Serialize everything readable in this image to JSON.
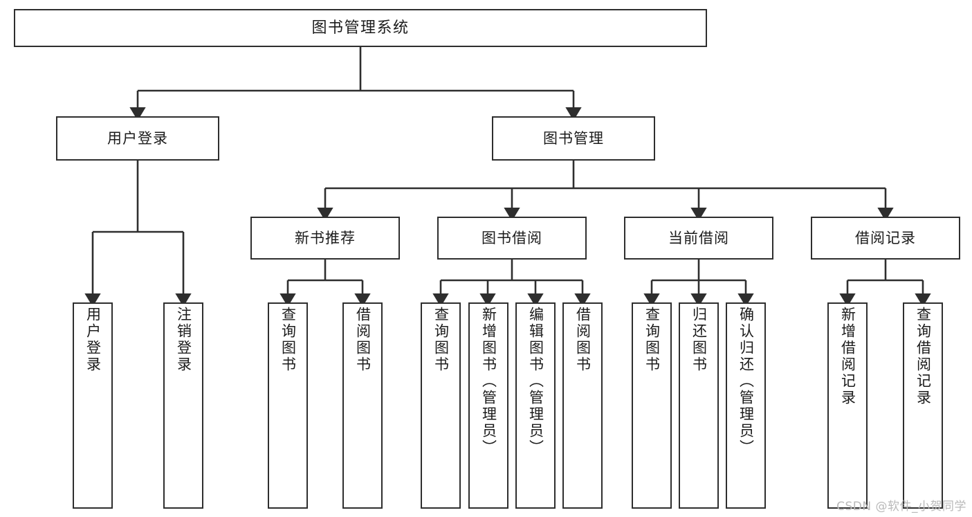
{
  "diagram": {
    "title": "图书管理系统",
    "type": "tree-hierarchy-chart",
    "root": {
      "label": "图书管理系统"
    },
    "level2": [
      {
        "label": "用户登录"
      },
      {
        "label": "图书管理"
      }
    ],
    "level3": [
      {
        "label": "新书推荐"
      },
      {
        "label": "图书借阅"
      },
      {
        "label": "当前借阅"
      },
      {
        "label": "借阅记录"
      }
    ],
    "leaves": {
      "user_login": [
        {
          "label": "用户登录"
        },
        {
          "label": "注销登录"
        }
      ],
      "new_book": [
        {
          "label": "查询图书"
        },
        {
          "label": "借阅图书"
        }
      ],
      "book_borrow": [
        {
          "label": "查询图书"
        },
        {
          "label": "新增图书（管理员）"
        },
        {
          "label": "编辑图书（管理员）"
        },
        {
          "label": "借阅图书"
        }
      ],
      "current_borrow": [
        {
          "label": "查询图书"
        },
        {
          "label": "归还图书"
        },
        {
          "label": "确认归还（管理员）"
        }
      ],
      "borrow_record": [
        {
          "label": "新增借阅记录"
        },
        {
          "label": "查询借阅记录"
        }
      ]
    }
  },
  "watermark": {
    "text": "CSDN @软件_小贺同学"
  },
  "colors": {
    "stroke": "#2e2e2e",
    "fill": "#ffffff",
    "text": "#1b1b1b",
    "watermark": "#b9b9b9"
  }
}
